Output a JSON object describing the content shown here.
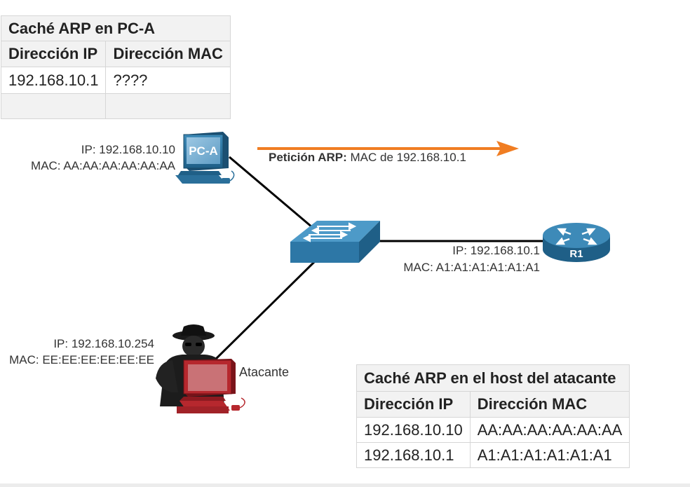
{
  "pc_a_cache": {
    "title": "Caché ARP en PC-A",
    "col_ip": "Dirección IP",
    "col_mac": "Dirección MAC",
    "rows": [
      {
        "ip": "192.168.10.1",
        "mac": "????"
      }
    ]
  },
  "attacker_cache": {
    "title": "Caché ARP en el host del atacante",
    "col_ip": "Dirección IP",
    "col_mac": "Dirección MAC",
    "rows": [
      {
        "ip": "192.168.10.10",
        "mac": "AA:AA:AA:AA:AA:AA"
      },
      {
        "ip": "192.168.10.1",
        "mac": "A1:A1:A1:A1:A1:A1"
      }
    ]
  },
  "pc_a": {
    "name": "PC-A",
    "ip": "IP: 192.168.10.10",
    "mac": "MAC: AA:AA:AA:AA:AA:AA"
  },
  "router": {
    "name": "R1",
    "ip": "IP: 192.168.10.1",
    "mac": "MAC: A1:A1:A1:A1:A1:A1"
  },
  "attacker": {
    "name": "Atacante",
    "ip": "IP: 192.168.10.254",
    "mac": "MAC: EE:EE:EE:EE:EE:EE"
  },
  "arp_request": {
    "label_bold": "Petición ARP:",
    "label_rest": " MAC de 192.168.10.1"
  },
  "colors": {
    "arrow": "#f07d22",
    "device_blue": "#2a6f9a",
    "attacker_red": "#b6282e",
    "link": "#000000"
  },
  "icons": [
    "pc-icon",
    "switch-icon",
    "router-icon",
    "attacker-icon"
  ]
}
